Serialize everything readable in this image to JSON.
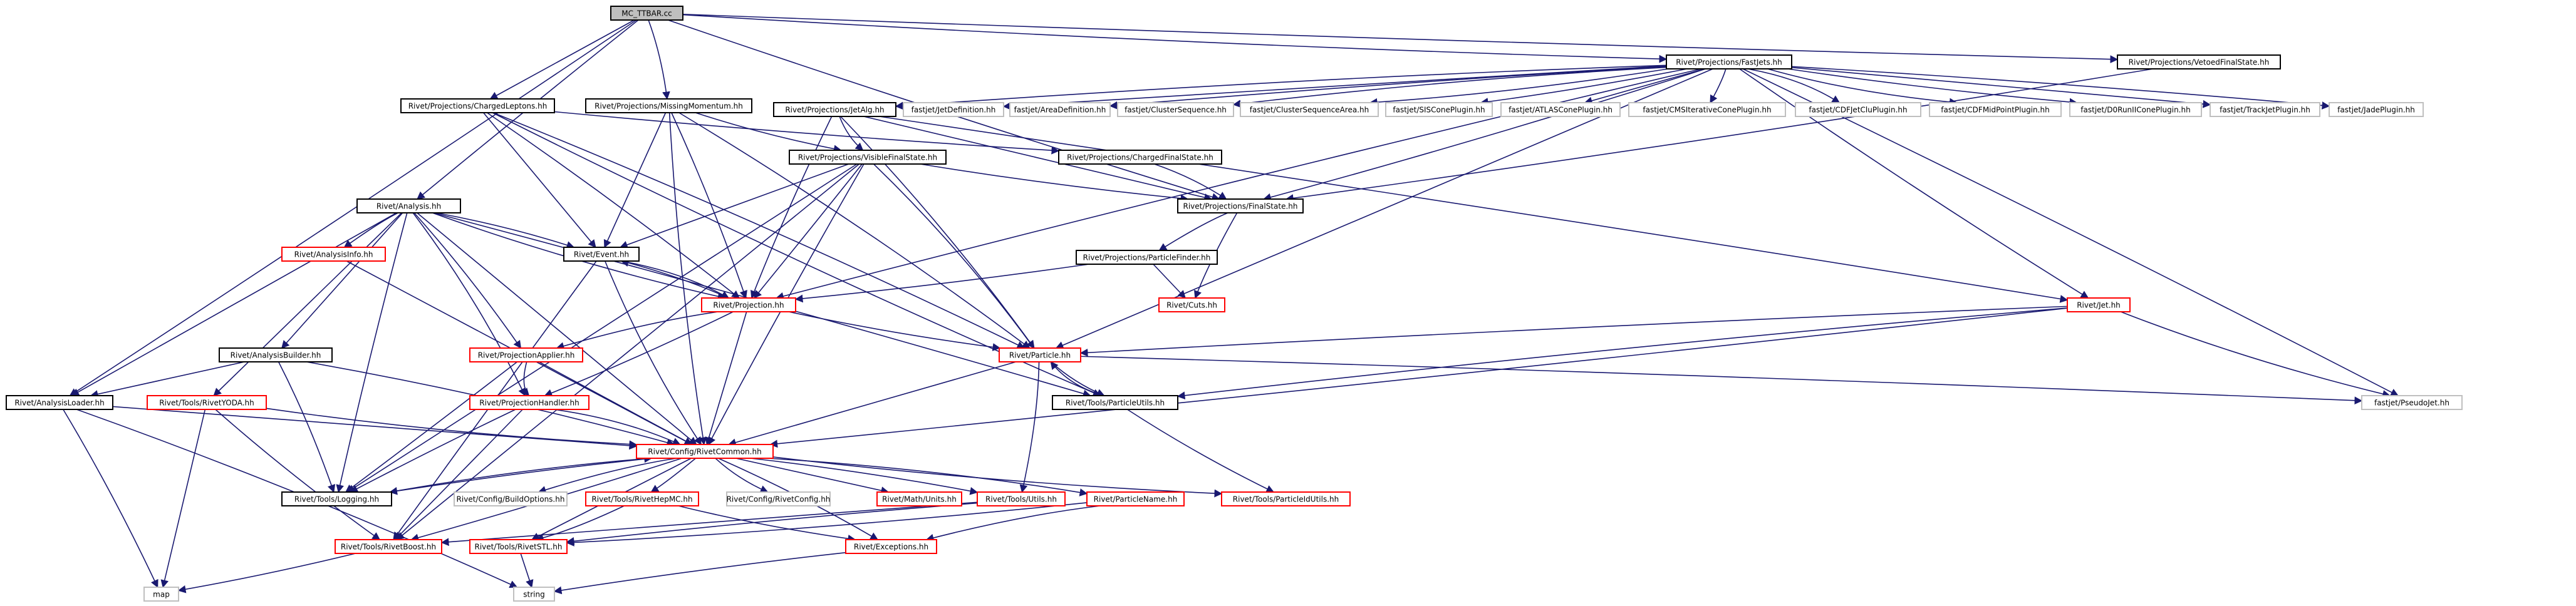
{
  "colors": {
    "edge": "#191970",
    "box_black": "#000000",
    "box_red": "#ff0000",
    "box_grey": "#bfbfbf",
    "root_fill": "#bfbfbf",
    "text": "#000000"
  },
  "nodes": [
    {
      "id": "mc",
      "label": "MC_TTBAR.cc",
      "style": "root"
    },
    {
      "id": "fastjets",
      "label": "Rivet/Projections/FastJets.hh",
      "style": "black"
    },
    {
      "id": "vetoed",
      "label": "Rivet/Projections/VetoedFinalState.hh",
      "style": "black"
    },
    {
      "id": "chargedleptons",
      "label": "Rivet/Projections/ChargedLeptons.hh",
      "style": "black"
    },
    {
      "id": "missingmomentum",
      "label": "Rivet/Projections/MissingMomentum.hh",
      "style": "black"
    },
    {
      "id": "jetalg",
      "label": "Rivet/Projections/JetAlg.hh",
      "style": "black"
    },
    {
      "id": "jetdef",
      "label": "fastjet/JetDefinition.hh",
      "style": "grey"
    },
    {
      "id": "areadef",
      "label": "fastjet/AreaDefinition.hh",
      "style": "grey"
    },
    {
      "id": "clusterseq",
      "label": "fastjet/ClusterSequence.hh",
      "style": "grey"
    },
    {
      "id": "clusterseqarea",
      "label": "fastjet/ClusterSequenceArea.hh",
      "style": "grey"
    },
    {
      "id": "siscone",
      "label": "fastjet/SISConePlugin.hh",
      "style": "grey"
    },
    {
      "id": "atlascone",
      "label": "fastjet/ATLASConePlugin.hh",
      "style": "grey"
    },
    {
      "id": "cmsiter",
      "label": "fastjet/CMSIterativeConePlugin.hh",
      "style": "grey"
    },
    {
      "id": "cdfjetclu",
      "label": "fastjet/CDFJetCluPlugin.hh",
      "style": "grey"
    },
    {
      "id": "cdfmid",
      "label": "fastjet/CDFMidPointPlugin.hh",
      "style": "grey"
    },
    {
      "id": "d0run",
      "label": "fastjet/D0RunIIConePlugin.hh",
      "style": "grey"
    },
    {
      "id": "trackjet",
      "label": "fastjet/TrackJetPlugin.hh",
      "style": "grey"
    },
    {
      "id": "jade",
      "label": "fastjet/JadePlugin.hh",
      "style": "grey"
    },
    {
      "id": "visiblefs",
      "label": "Rivet/Projections/VisibleFinalState.hh",
      "style": "black"
    },
    {
      "id": "chargedfs",
      "label": "Rivet/Projections/ChargedFinalState.hh",
      "style": "black"
    },
    {
      "id": "analysis",
      "label": "Rivet/Analysis.hh",
      "style": "black"
    },
    {
      "id": "finalstate",
      "label": "Rivet/Projections/FinalState.hh",
      "style": "black"
    },
    {
      "id": "event",
      "label": "Rivet/Event.hh",
      "style": "black"
    },
    {
      "id": "analysisinfo",
      "label": "Rivet/AnalysisInfo.hh",
      "style": "red"
    },
    {
      "id": "particlefinder",
      "label": "Rivet/Projections/ParticleFinder.hh",
      "style": "black"
    },
    {
      "id": "projection",
      "label": "Rivet/Projection.hh",
      "style": "red"
    },
    {
      "id": "cuts",
      "label": "Rivet/Cuts.hh",
      "style": "red"
    },
    {
      "id": "jet",
      "label": "Rivet/Jet.hh",
      "style": "red"
    },
    {
      "id": "analysisbuilder",
      "label": "Rivet/AnalysisBuilder.hh",
      "style": "black"
    },
    {
      "id": "projapplier",
      "label": "Rivet/ProjectionApplier.hh",
      "style": "red"
    },
    {
      "id": "particle",
      "label": "Rivet/Particle.hh",
      "style": "red"
    },
    {
      "id": "analysisloader",
      "label": "Rivet/AnalysisLoader.hh",
      "style": "black"
    },
    {
      "id": "rivetyoda",
      "label": "Rivet/Tools/RivetYODA.hh",
      "style": "red"
    },
    {
      "id": "projhandler",
      "label": "Rivet/ProjectionHandler.hh",
      "style": "red"
    },
    {
      "id": "particleutils",
      "label": "Rivet/Tools/ParticleUtils.hh",
      "style": "black"
    },
    {
      "id": "pseudojet",
      "label": "fastjet/PseudoJet.hh",
      "style": "grey"
    },
    {
      "id": "rivetcommon",
      "label": "Rivet/Config/RivetCommon.hh",
      "style": "red"
    },
    {
      "id": "logging",
      "label": "Rivet/Tools/Logging.hh",
      "style": "black"
    },
    {
      "id": "buildoptions",
      "label": "Rivet/Config/BuildOptions.hh",
      "style": "grey"
    },
    {
      "id": "rivethepmc",
      "label": "Rivet/Tools/RivetHepMC.hh",
      "style": "red"
    },
    {
      "id": "rivetconfig",
      "label": "Rivet/Config/RivetConfig.hh",
      "style": "grey"
    },
    {
      "id": "mathunits",
      "label": "Rivet/Math/Units.hh",
      "style": "red"
    },
    {
      "id": "tools_utils",
      "label": "Rivet/Tools/Utils.hh",
      "style": "red"
    },
    {
      "id": "particlename",
      "label": "Rivet/ParticleName.hh",
      "style": "red"
    },
    {
      "id": "particleidutils",
      "label": "Rivet/Tools/ParticleIdUtils.hh",
      "style": "red"
    },
    {
      "id": "rivetboost",
      "label": "Rivet/Tools/RivetBoost.hh",
      "style": "red"
    },
    {
      "id": "rivetstl",
      "label": "Rivet/Tools/RivetSTL.hh",
      "style": "red"
    },
    {
      "id": "exceptions",
      "label": "Rivet/Exceptions.hh",
      "style": "red"
    },
    {
      "id": "map",
      "label": "map",
      "style": "grey"
    },
    {
      "id": "string",
      "label": "string",
      "style": "grey"
    }
  ],
  "edges": [
    [
      "mc",
      "fastjets"
    ],
    [
      "mc",
      "vetoed"
    ],
    [
      "mc",
      "chargedleptons"
    ],
    [
      "mc",
      "missingmomentum"
    ],
    [
      "mc",
      "analysis"
    ],
    [
      "mc",
      "analysisloader"
    ],
    [
      "mc",
      "finalstate"
    ],
    [
      "fastjets",
      "jetdef"
    ],
    [
      "fastjets",
      "areadef"
    ],
    [
      "fastjets",
      "clusterseq"
    ],
    [
      "fastjets",
      "clusterseqarea"
    ],
    [
      "fastjets",
      "siscone"
    ],
    [
      "fastjets",
      "atlascone"
    ],
    [
      "fastjets",
      "cmsiter"
    ],
    [
      "fastjets",
      "cdfjetclu"
    ],
    [
      "fastjets",
      "cdfmid"
    ],
    [
      "fastjets",
      "d0run"
    ],
    [
      "fastjets",
      "trackjet"
    ],
    [
      "fastjets",
      "jade"
    ],
    [
      "fastjets",
      "jetalg"
    ],
    [
      "fastjets",
      "finalstate"
    ],
    [
      "fastjets",
      "jet"
    ],
    [
      "fastjets",
      "particle"
    ],
    [
      "fastjets",
      "pseudojet"
    ],
    [
      "fastjets",
      "projection"
    ],
    [
      "vetoed",
      "finalstate"
    ],
    [
      "chargedleptons",
      "chargedfs"
    ],
    [
      "chargedleptons",
      "event"
    ],
    [
      "chargedleptons",
      "projection"
    ],
    [
      "chargedleptons",
      "particle"
    ],
    [
      "chargedleptons",
      "particleutils"
    ],
    [
      "missingmomentum",
      "visiblefs"
    ],
    [
      "missingmomentum",
      "event"
    ],
    [
      "missingmomentum",
      "projection"
    ],
    [
      "missingmomentum",
      "particle"
    ],
    [
      "missingmomentum",
      "rivetcommon"
    ],
    [
      "jetalg",
      "visiblefs"
    ],
    [
      "jetalg",
      "finalstate"
    ],
    [
      "jetalg",
      "jet"
    ],
    [
      "jetalg",
      "particle"
    ],
    [
      "jetalg",
      "projection"
    ],
    [
      "visiblefs",
      "finalstate"
    ],
    [
      "visiblefs",
      "event"
    ],
    [
      "visiblefs",
      "projection"
    ],
    [
      "visiblefs",
      "particle"
    ],
    [
      "visiblefs",
      "rivetcommon"
    ],
    [
      "visiblefs",
      "logging"
    ],
    [
      "visiblefs",
      "rivetboost"
    ],
    [
      "chargedfs",
      "finalstate"
    ],
    [
      "finalstate",
      "particlefinder"
    ],
    [
      "finalstate",
      "cuts"
    ],
    [
      "particlefinder",
      "projection"
    ],
    [
      "particlefinder",
      "cuts"
    ],
    [
      "analysis",
      "event"
    ],
    [
      "analysis",
      "analysisinfo"
    ],
    [
      "analysis",
      "projection"
    ],
    [
      "analysis",
      "analysisbuilder"
    ],
    [
      "analysis",
      "analysisloader"
    ],
    [
      "analysis",
      "projapplier"
    ],
    [
      "analysis",
      "projhandler"
    ],
    [
      "analysis",
      "rivetyoda"
    ],
    [
      "analysis",
      "logging"
    ],
    [
      "analysis",
      "rivetcommon"
    ],
    [
      "analysis",
      "particleutils"
    ],
    [
      "event",
      "projection"
    ],
    [
      "event",
      "rivetcommon"
    ],
    [
      "event",
      "rivetboost"
    ],
    [
      "analysisinfo",
      "rivetcommon"
    ],
    [
      "projection",
      "event"
    ],
    [
      "projection",
      "projapplier"
    ],
    [
      "projection",
      "projhandler"
    ],
    [
      "projection",
      "particle"
    ],
    [
      "projection",
      "rivetcommon"
    ],
    [
      "jet",
      "particle"
    ],
    [
      "jet",
      "particleutils"
    ],
    [
      "jet",
      "pseudojet"
    ],
    [
      "jet",
      "rivetcommon"
    ],
    [
      "analysisbuilder",
      "analysisloader"
    ],
    [
      "analysisbuilder",
      "logging"
    ],
    [
      "analysisbuilder",
      "rivetcommon"
    ],
    [
      "projapplier",
      "projhandler"
    ],
    [
      "projapplier",
      "logging"
    ],
    [
      "projapplier",
      "rivetcommon"
    ],
    [
      "projhandler",
      "logging"
    ],
    [
      "projhandler",
      "rivetcommon"
    ],
    [
      "projhandler",
      "rivetboost"
    ],
    [
      "particle",
      "particleutils"
    ],
    [
      "particle",
      "rivetcommon"
    ],
    [
      "particle",
      "pseudojet"
    ],
    [
      "particle",
      "tools_utils"
    ],
    [
      "particleutils",
      "particle"
    ],
    [
      "particleutils",
      "particleidutils"
    ],
    [
      "analysisloader",
      "rivetcommon"
    ],
    [
      "analysisloader",
      "map"
    ],
    [
      "analysisloader",
      "string"
    ],
    [
      "rivetyoda",
      "rivetcommon"
    ],
    [
      "rivetyoda",
      "rivetboost"
    ],
    [
      "rivetyoda",
      "map"
    ],
    [
      "rivetcommon",
      "logging"
    ],
    [
      "rivetcommon",
      "buildoptions"
    ],
    [
      "rivetcommon",
      "rivethepmc"
    ],
    [
      "rivetcommon",
      "rivetconfig"
    ],
    [
      "rivetcommon",
      "mathunits"
    ],
    [
      "rivetcommon",
      "tools_utils"
    ],
    [
      "rivetcommon",
      "particlename"
    ],
    [
      "rivetcommon",
      "particleidutils"
    ],
    [
      "rivetcommon",
      "rivetboost"
    ],
    [
      "rivetcommon",
      "rivetstl"
    ],
    [
      "rivetcommon",
      "exceptions"
    ],
    [
      "logging",
      "rivetcommon"
    ],
    [
      "rivethepmc",
      "rivetstl"
    ],
    [
      "rivethepmc",
      "exceptions"
    ],
    [
      "tools_utils",
      "rivetboost"
    ],
    [
      "tools_utils",
      "rivetstl"
    ],
    [
      "particlename",
      "exceptions"
    ],
    [
      "particlename",
      "rivetstl"
    ],
    [
      "rivetboost",
      "map"
    ],
    [
      "rivetstl",
      "string"
    ],
    [
      "exceptions",
      "string"
    ]
  ]
}
